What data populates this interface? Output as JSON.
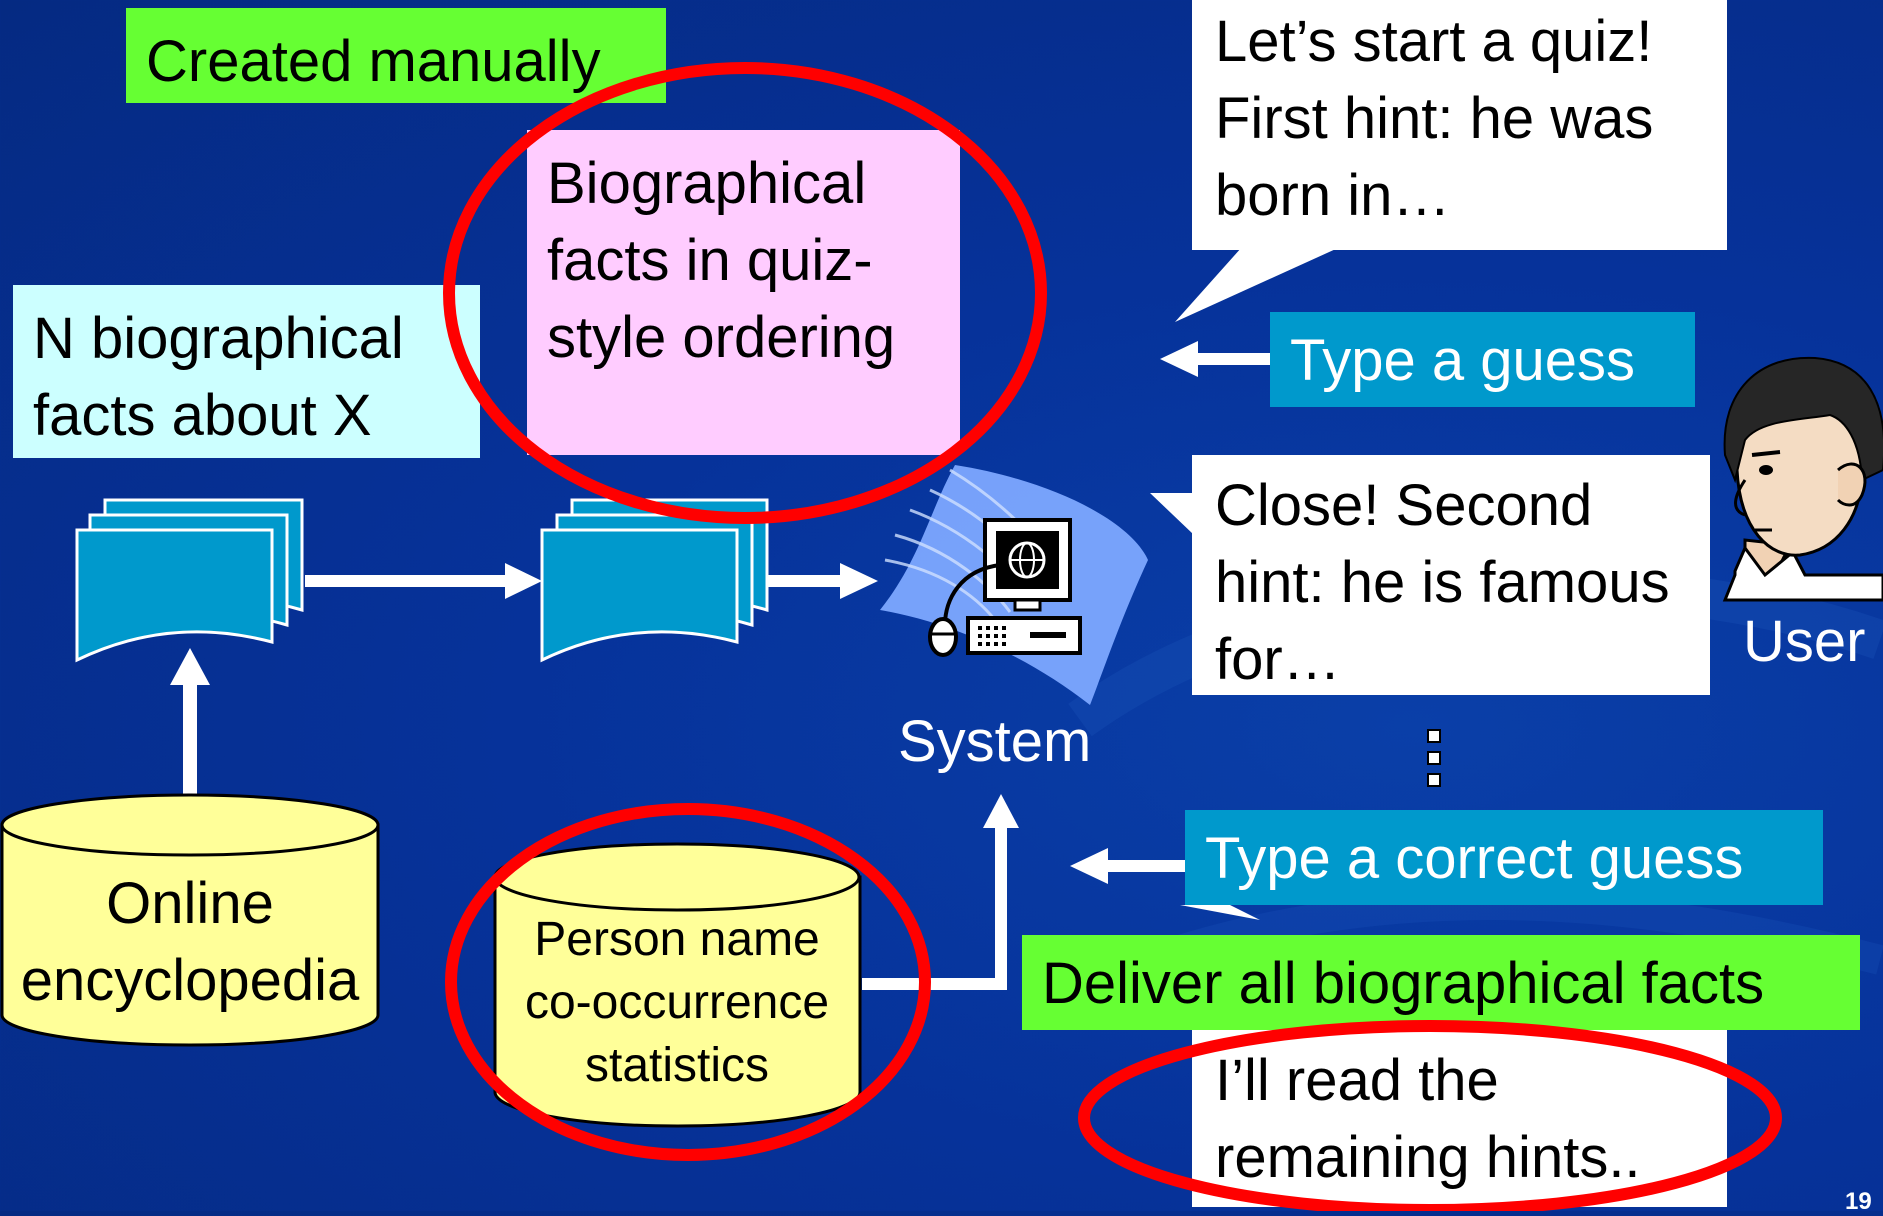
{
  "labels": {
    "created_manually": "Created manually",
    "n_facts": "N biographical facts about X",
    "quiz_facts": "Biographical facts in quiz-style ordering",
    "system": "System",
    "user": "User",
    "type_guess": "Type a guess",
    "type_correct_guess": "Type a correct guess",
    "deliver_all": "Deliver all biographical facts",
    "page_number": "19"
  },
  "databases": {
    "encyclopedia": "Online encyclopedia",
    "cooccurrence": "Person name co-occurrence statistics"
  },
  "dialogue": {
    "first_hint": "Let’s start a quiz! First hint: he was born in…",
    "second_hint": "Close! Second hint: he is famous for…",
    "remaining": "I’ll read the remaining hints.."
  },
  "colors": {
    "background": "#06329a",
    "highlight_red": "#ff0000",
    "green_label": "#66ff33",
    "teal_label": "#0099cc"
  }
}
